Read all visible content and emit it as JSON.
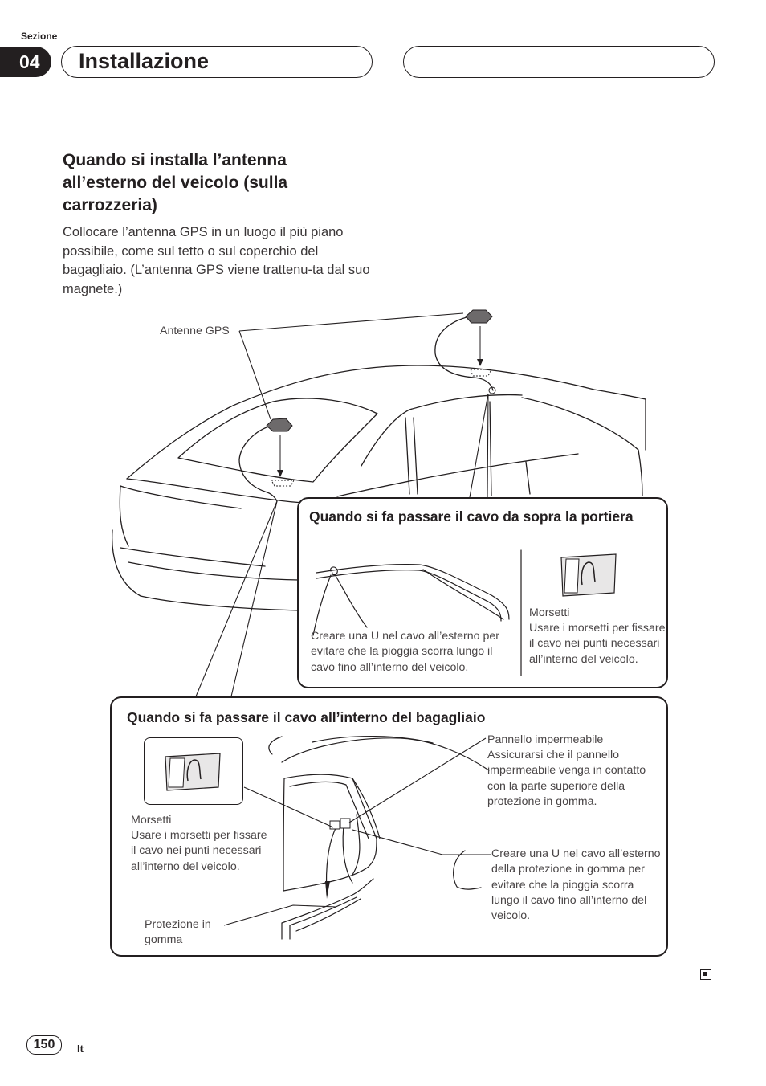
{
  "header": {
    "section_label": "Sezione",
    "section_number": "04",
    "title": "Installazione"
  },
  "main": {
    "heading": "Quando si installa l’antenna all’esterno del veicolo (sulla carrozzeria)",
    "intro": "Collocare l’antenna GPS in un luogo il più piano possibile, come sul tetto o sul coperchio del bagagliaio. (L’antenna GPS viene trattenu-ta dal suo magnete.)",
    "antenna_label": "Antenne GPS"
  },
  "door_box": {
    "heading": "Quando si fa passare il cavo da sopra la portiera",
    "u_loop_text": "Creare una U nel cavo all’esterno per evitare che la pioggia scorra lungo il cavo fino all’interno del veicolo.",
    "clamps_title": "Morsetti",
    "clamps_text": "Usare i morsetti per fissare il cavo nei punti necessari all’interno del veicolo."
  },
  "trunk_box": {
    "heading": "Quando si fa passare il cavo all’interno del bagagliaio",
    "clamps_title": "Morsetti",
    "clamps_text": "Usare i morsetti per fissare il cavo nei punti necessari all’interno del veicolo.",
    "seal_label": "Protezione in gomma",
    "panel_title": "Pannello impermeabile",
    "panel_text": "Assicurarsi che il pannello impermeabile venga in contatto con la parte superiore della protezione in gomma.",
    "u_loop_text": "Creare una U nel cavo all’esterno della protezione in gomma per evitare che la pioggia scorra lungo il cavo fino all’interno del veicolo."
  },
  "footer": {
    "page_number": "150",
    "language": "It"
  }
}
